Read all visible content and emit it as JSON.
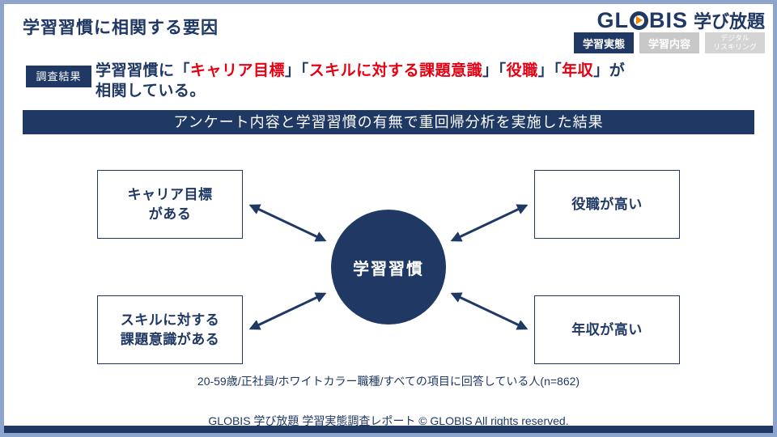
{
  "colors": {
    "navy": "#1f3864",
    "red": "#e60012",
    "frame_border": "#8da4cd",
    "tab_inactive_gray": "#c8c8c8",
    "play_icon_orange": "#f08300"
  },
  "logo": {
    "brand": "GL",
    "brand_rest": "BIS",
    "service": "学び放題",
    "play_icon": "play-triangle"
  },
  "page": {
    "title": "学習習慣に相関する要因"
  },
  "tabs": [
    {
      "label": "学習実態",
      "active": true
    },
    {
      "label": "学習内容",
      "active": false
    },
    {
      "label_line1": "デジタル",
      "label_line2": "リスキリング",
      "active": false
    }
  ],
  "summary": {
    "badge": "調査結果",
    "segments": [
      {
        "text": "学習習慣に",
        "color": "navy"
      },
      {
        "text": "「",
        "color": "navy"
      },
      {
        "text": "キャリア目標",
        "color": "red"
      },
      {
        "text": "」",
        "color": "navy"
      },
      {
        "text": "「",
        "color": "navy"
      },
      {
        "text": "スキルに対する課題意識",
        "color": "red"
      },
      {
        "text": "」",
        "color": "navy"
      },
      {
        "text": "「",
        "color": "navy"
      },
      {
        "text": "役職",
        "color": "red"
      },
      {
        "text": "」",
        "color": "navy"
      },
      {
        "text": "「",
        "color": "navy"
      },
      {
        "text": "年収",
        "color": "red"
      },
      {
        "text": "」",
        "color": "navy"
      },
      {
        "text": "が",
        "color": "navy"
      },
      {
        "text": "相関している。",
        "color": "navy"
      }
    ]
  },
  "banner": {
    "text": "アンケート内容と学習習慣の有無で重回帰分析を実施した結果"
  },
  "diagram": {
    "center_label": "学習習慣",
    "boxes": [
      {
        "position": "top-left",
        "lines": [
          "キャリア目標",
          "がある"
        ]
      },
      {
        "position": "top-right",
        "lines": [
          "役職が高い"
        ]
      },
      {
        "position": "bottom-left",
        "lines": [
          "スキルに対する",
          "課題意識がある"
        ]
      },
      {
        "position": "bottom-right",
        "lines": [
          "年収が高い"
        ]
      }
    ],
    "relation": "bidirectional-arrow"
  },
  "caption": {
    "text": "20-59歳/正社員/ホワイトカラー職種/すべての項目に回答している人(n=862)"
  },
  "footer": {
    "text": "GLOBIS 学び放題 学習実態調査レポート © GLOBIS All rights reserved."
  }
}
